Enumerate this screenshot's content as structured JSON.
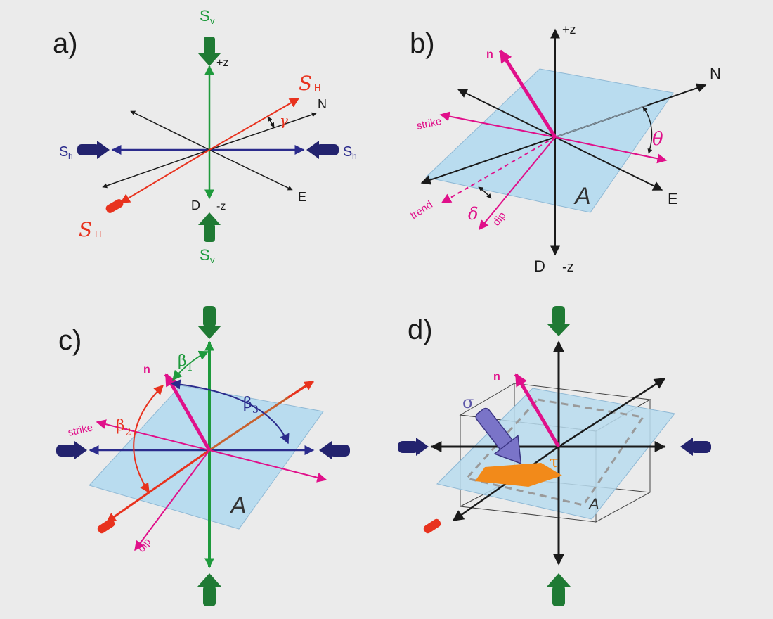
{
  "colors": {
    "background": "#ebebeb",
    "axis": "#1a1a1a",
    "vertical_stress": "#1e9a3c",
    "vertical_arrow": "#1f7a34",
    "horizontal_min": "#2b2b8c",
    "max_horizontal": "#e8321e",
    "normal": "#e0108a",
    "plane_fill": "#b9dcef",
    "plane_edge": "#8fb8d4",
    "block_arrow": "#23236e",
    "sigma": "#7a74c8",
    "tau": "#f28a1a",
    "angle_green": "#1e9a3c",
    "angle_blue": "#2b2b8c",
    "angle_red": "#e8321e",
    "dashed_box": "#9a9a9a"
  },
  "panel_a": {
    "label": "a)",
    "sv_top": "S",
    "sv_sub": "v",
    "sv_bottom": "S",
    "plus_z": "+z",
    "minus_z": "-z",
    "d_label": "D",
    "sh_left": "S",
    "sh_right": "S",
    "sh_sub": "h",
    "sH_top": "S",
    "sH_bottom": "S",
    "sH_sub": "H",
    "north": "N",
    "east": "E",
    "gamma": "γ"
  },
  "panel_b": {
    "label": "b)",
    "plus_z": "+z",
    "minus_z": "-z",
    "d_label": "D",
    "north": "N",
    "east": "E",
    "normal": "n",
    "strike": "strike",
    "trend": "trend",
    "dip": "dip",
    "theta": "θ",
    "delta": "δ",
    "plane": "A"
  },
  "panel_c": {
    "label": "c)",
    "normal": "n",
    "beta1": "β",
    "beta1_sub": "1",
    "beta2": "β",
    "beta2_sub": "2",
    "beta3": "β",
    "beta3_sub": "3",
    "strike": "strike",
    "dip": "dip",
    "plane": "A"
  },
  "panel_d": {
    "label": "d)",
    "normal": "n",
    "sigma": "σ",
    "tau": "τ",
    "plane": "A"
  }
}
